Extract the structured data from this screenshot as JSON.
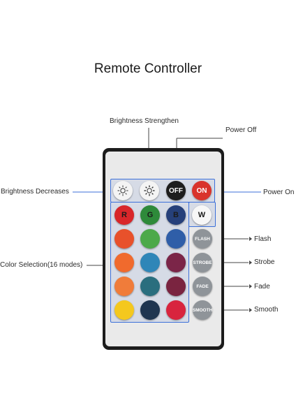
{
  "title": "Remote Controller",
  "labels": {
    "brightness_strengthen": "Brightness Strengthen",
    "power_off": "Power Off",
    "brightness_decreases": "Brightness Decreases",
    "power_on": "Power On",
    "color_selection": "Color Selection(16 modes)",
    "flash": "Flash",
    "strobe": "Strobe",
    "fade": "Fade",
    "smooth": "Smooth"
  },
  "buttons": {
    "off": "OFF",
    "on": "ON",
    "r": "R",
    "g": "G",
    "b": "B",
    "w": "W",
    "flash": "FLASH",
    "strobe": "STROBE",
    "fade": "FADE",
    "smooth": "SMOOTH"
  },
  "colors": {
    "accent_line": "#3b6fd9",
    "row2": [
      "#e8512b",
      "#4ca94a",
      "#2f5ea8"
    ],
    "row3": [
      "#f06a2d",
      "#2f86b8",
      "#7b2548"
    ],
    "row4": [
      "#f07c3a",
      "#2a6e7e",
      "#7a2440"
    ],
    "row5": [
      "#f4c81e",
      "#1f3550",
      "#d8243e"
    ]
  }
}
